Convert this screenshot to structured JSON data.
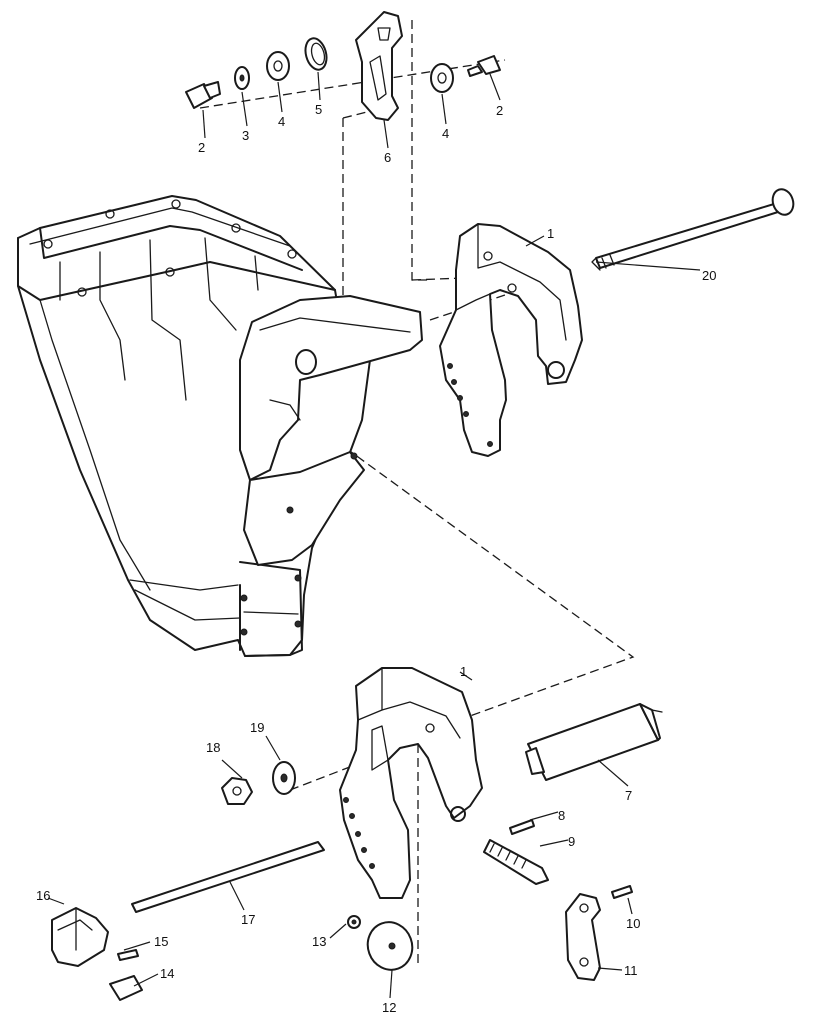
{
  "callouts": {
    "c1_upper": "1",
    "c1_lower": "1",
    "c2_left": "2",
    "c2_right": "2",
    "c3": "3",
    "c4_left": "4",
    "c4_right": "4",
    "c5": "5",
    "c6": "6",
    "c7": "7",
    "c8": "8",
    "c9": "9",
    "c10": "10",
    "c11": "11",
    "c12": "12",
    "c13": "13",
    "c14": "14",
    "c15": "15",
    "c16": "16",
    "c17": "17",
    "c18": "18",
    "c19": "19",
    "c20": "20"
  }
}
